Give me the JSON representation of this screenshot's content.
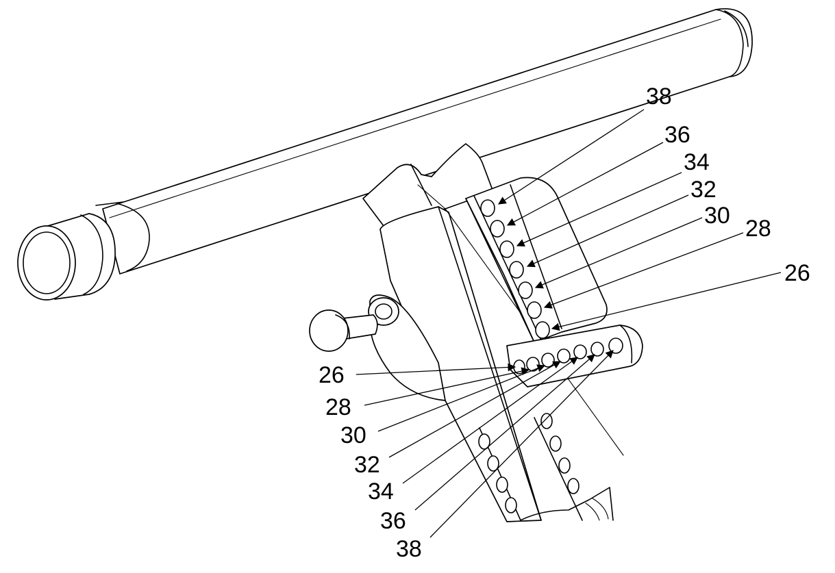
{
  "figure": {
    "reference_numerals_upper": [
      "38",
      "36",
      "34",
      "32",
      "30",
      "28",
      "26"
    ],
    "reference_numerals_lower": [
      "26",
      "28",
      "30",
      "32",
      "34",
      "36",
      "38"
    ],
    "colors": {
      "line": "#000000",
      "background": "#ffffff"
    }
  }
}
